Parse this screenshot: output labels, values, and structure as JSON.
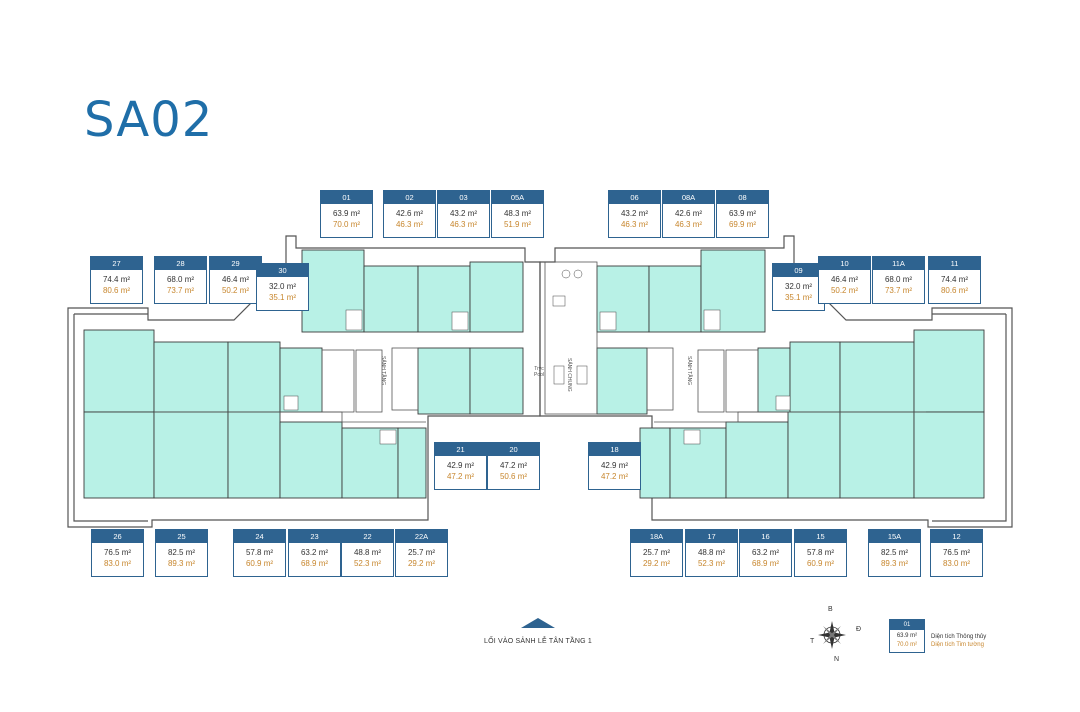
{
  "title": "SA02",
  "units": [
    {
      "id": "01",
      "net": "63.9 m²",
      "gross": "70.0 m²"
    },
    {
      "id": "02",
      "net": "42.6 m²",
      "gross": "46.3 m²"
    },
    {
      "id": "03",
      "net": "43.2 m²",
      "gross": "46.3 m²"
    },
    {
      "id": "05A",
      "net": "48.3 m²",
      "gross": "51.9 m²"
    },
    {
      "id": "06",
      "net": "43.2 m²",
      "gross": "46.3 m²"
    },
    {
      "id": "08A",
      "net": "42.6 m²",
      "gross": "46.3 m²"
    },
    {
      "id": "08",
      "net": "63.9 m²",
      "gross": "69.9 m²"
    },
    {
      "id": "27",
      "net": "74.4 m²",
      "gross": "80.6 m²"
    },
    {
      "id": "28",
      "net": "68.0 m²",
      "gross": "73.7 m²"
    },
    {
      "id": "29",
      "net": "46.4 m²",
      "gross": "50.2 m²"
    },
    {
      "id": "30",
      "net": "32.0 m²",
      "gross": "35.1 m²"
    },
    {
      "id": "09",
      "net": "32.0 m²",
      "gross": "35.1 m²"
    },
    {
      "id": "10",
      "net": "46.4 m²",
      "gross": "50.2 m²"
    },
    {
      "id": "11A",
      "net": "68.0 m²",
      "gross": "73.7 m²"
    },
    {
      "id": "11",
      "net": "74.4 m²",
      "gross": "80.6 m²"
    },
    {
      "id": "21",
      "net": "42.9 m²",
      "gross": "47.2 m²"
    },
    {
      "id": "20",
      "net": "47.2 m²",
      "gross": "50.6 m²"
    },
    {
      "id": "18",
      "net": "42.9 m²",
      "gross": "47.2 m²"
    },
    {
      "id": "26",
      "net": "76.5 m²",
      "gross": "83.0 m²"
    },
    {
      "id": "25",
      "net": "82.5 m²",
      "gross": "89.3 m²"
    },
    {
      "id": "24",
      "net": "57.8 m²",
      "gross": "60.9 m²"
    },
    {
      "id": "23",
      "net": "63.2 m²",
      "gross": "68.9 m²"
    },
    {
      "id": "22",
      "net": "48.8 m²",
      "gross": "52.3 m²"
    },
    {
      "id": "22A",
      "net": "25.7 m²",
      "gross": "29.2 m²"
    },
    {
      "id": "18A",
      "net": "25.7 m²",
      "gross": "29.2 m²"
    },
    {
      "id": "17",
      "net": "48.8 m²",
      "gross": "52.3 m²"
    },
    {
      "id": "16",
      "net": "63.2 m²",
      "gross": "68.9 m²"
    },
    {
      "id": "15",
      "net": "57.8 m²",
      "gross": "60.9 m²"
    },
    {
      "id": "15A",
      "net": "82.5 m²",
      "gross": "89.3 m²"
    },
    {
      "id": "12",
      "net": "76.5 m²",
      "gross": "83.0 m²"
    }
  ],
  "labels": {
    "pool": "Tryc\nPool",
    "lobby_left": "SẢNH TẦNG",
    "lobby_right": "SẢNH TẦNG",
    "lobby_center": "SẢNH CHUNG"
  },
  "entrance": "LỐI VÀO SẢNH LỄ TÂN TẦNG 1",
  "compass": {
    "north": "B",
    "south": "N",
    "east": "Đ",
    "west": "T"
  },
  "legend": {
    "id": "01",
    "net": "63.9 m²",
    "gross": "70.0 m²",
    "net_label": "Diện tích Thông thủy",
    "gross_label": "Diện tích Tim tường"
  },
  "colors": {
    "brand": "#1f6ea8",
    "unit_fill": "#b8f1e6",
    "box_border": "#2e6390",
    "gross_text": "#c7862d"
  }
}
